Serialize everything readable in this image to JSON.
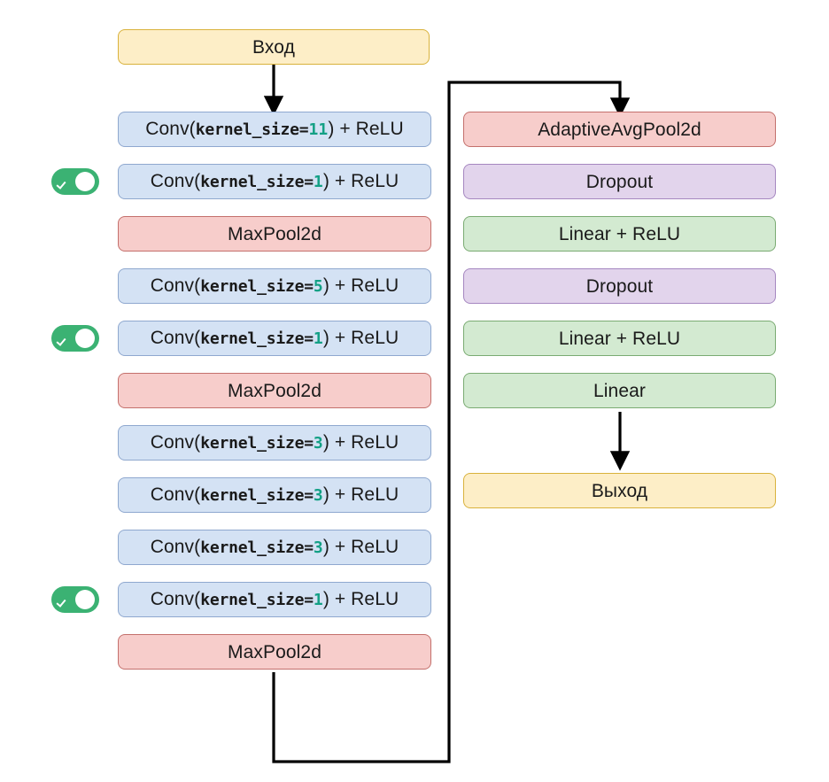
{
  "diagram": {
    "title_io": {
      "input": "Вход",
      "output": "Выход"
    },
    "colors": {
      "yellow_fill": "#fdeec7",
      "yellow_stroke": "#d9b23c",
      "blue_fill": "#d4e2f4",
      "blue_stroke": "#8fa8cf",
      "red_fill": "#f7cdcb",
      "red_stroke": "#c4706c",
      "purple_fill": "#e2d4ec",
      "purple_stroke": "#a587c0",
      "green_fill": "#d3ead1",
      "green_stroke": "#7aab72",
      "toggle_on": "#3bb273",
      "kernel_value": "#13a085",
      "edge": "#000000"
    },
    "left_column": [
      {
        "id": "input",
        "kind": "io",
        "palette": "yellow",
        "label": "Вход",
        "toggle": false
      },
      {
        "id": "conv1",
        "kind": "conv",
        "palette": "blue",
        "prefix": "Conv(",
        "arg": "kernel_size=",
        "value": "11",
        "suffix": ") + ReLU",
        "toggle": false
      },
      {
        "id": "conv2",
        "kind": "conv",
        "palette": "blue",
        "prefix": "Conv(",
        "arg": "kernel_size=",
        "value": "1",
        "suffix": ") + ReLU",
        "toggle": true
      },
      {
        "id": "pool1",
        "kind": "plain",
        "palette": "red",
        "label": "MaxPool2d",
        "toggle": false
      },
      {
        "id": "conv3",
        "kind": "conv",
        "palette": "blue",
        "prefix": "Conv(",
        "arg": "kernel_size=",
        "value": "5",
        "suffix": ") + ReLU",
        "toggle": false
      },
      {
        "id": "conv4",
        "kind": "conv",
        "palette": "blue",
        "prefix": "Conv(",
        "arg": "kernel_size=",
        "value": "1",
        "suffix": ") + ReLU",
        "toggle": true
      },
      {
        "id": "pool2",
        "kind": "plain",
        "palette": "red",
        "label": "MaxPool2d",
        "toggle": false
      },
      {
        "id": "conv5",
        "kind": "conv",
        "palette": "blue",
        "prefix": "Conv(",
        "arg": "kernel_size=",
        "value": "3",
        "suffix": ") + ReLU",
        "toggle": false
      },
      {
        "id": "conv6",
        "kind": "conv",
        "palette": "blue",
        "prefix": "Conv(",
        "arg": "kernel_size=",
        "value": "3",
        "suffix": ") + ReLU",
        "toggle": false
      },
      {
        "id": "conv7",
        "kind": "conv",
        "palette": "blue",
        "prefix": "Conv(",
        "arg": "kernel_size=",
        "value": "3",
        "suffix": ") + ReLU",
        "toggle": false
      },
      {
        "id": "conv8",
        "kind": "conv",
        "palette": "blue",
        "prefix": "Conv(",
        "arg": "kernel_size=",
        "value": "1",
        "suffix": ") + ReLU",
        "toggle": true
      },
      {
        "id": "pool3",
        "kind": "plain",
        "palette": "red",
        "label": "MaxPool2d",
        "toggle": false
      }
    ],
    "right_column": [
      {
        "id": "avgpool",
        "palette": "red",
        "label": "AdaptiveAvgPool2d"
      },
      {
        "id": "drop1",
        "palette": "purple",
        "label": "Dropout"
      },
      {
        "id": "fc1",
        "palette": "green",
        "label": "Linear + ReLU"
      },
      {
        "id": "drop2",
        "palette": "purple",
        "label": "Dropout"
      },
      {
        "id": "fc2",
        "palette": "green",
        "label": "Linear + ReLU"
      },
      {
        "id": "fc3",
        "palette": "green",
        "label": "Linear"
      },
      {
        "id": "output",
        "palette": "yellow",
        "label": "Выход"
      }
    ],
    "toggles": [
      {
        "for": "conv2",
        "state": "on",
        "icon": "check-icon"
      },
      {
        "for": "conv4",
        "state": "on",
        "icon": "check-icon"
      },
      {
        "for": "conv8",
        "state": "on",
        "icon": "check-icon"
      }
    ]
  }
}
